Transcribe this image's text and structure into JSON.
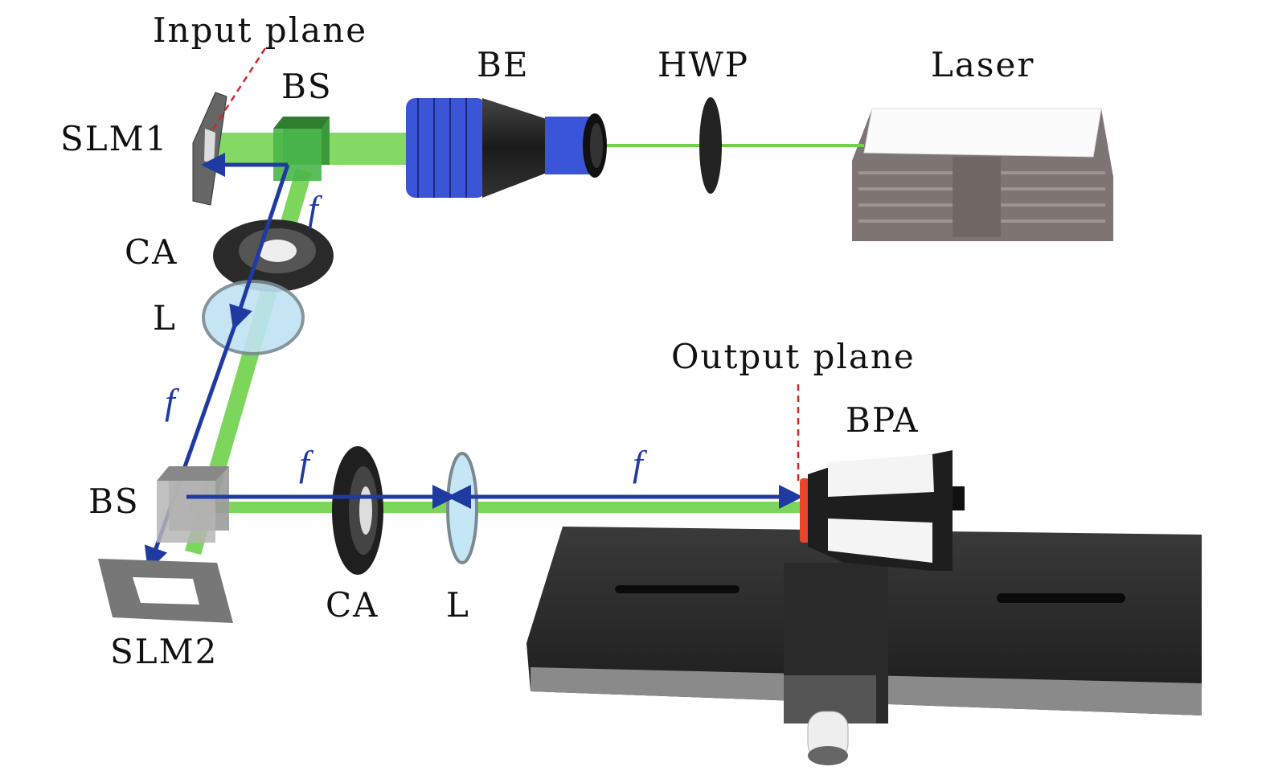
{
  "labels": {
    "input_plane": "Input plane",
    "bs_top": "BS",
    "be": "BE",
    "hwp": "HWP",
    "laser": "Laser",
    "slm1": "SLM1",
    "ca_top": "CA",
    "l_top": "L",
    "output_plane": "Output plane",
    "bpa": "BPA",
    "bs_bottom": "BS",
    "ca_bottom": "CA",
    "l_bottom": "L",
    "slm2": "SLM2",
    "focal_1": "f",
    "focal_2": "f",
    "focal_3": "f",
    "focal_4": "f"
  },
  "colors": {
    "beam_green": "#6fd24a",
    "arrow_blue": "#1f3aa0",
    "plane_red": "#d0262a",
    "expander_blue": "#3b55d8"
  }
}
